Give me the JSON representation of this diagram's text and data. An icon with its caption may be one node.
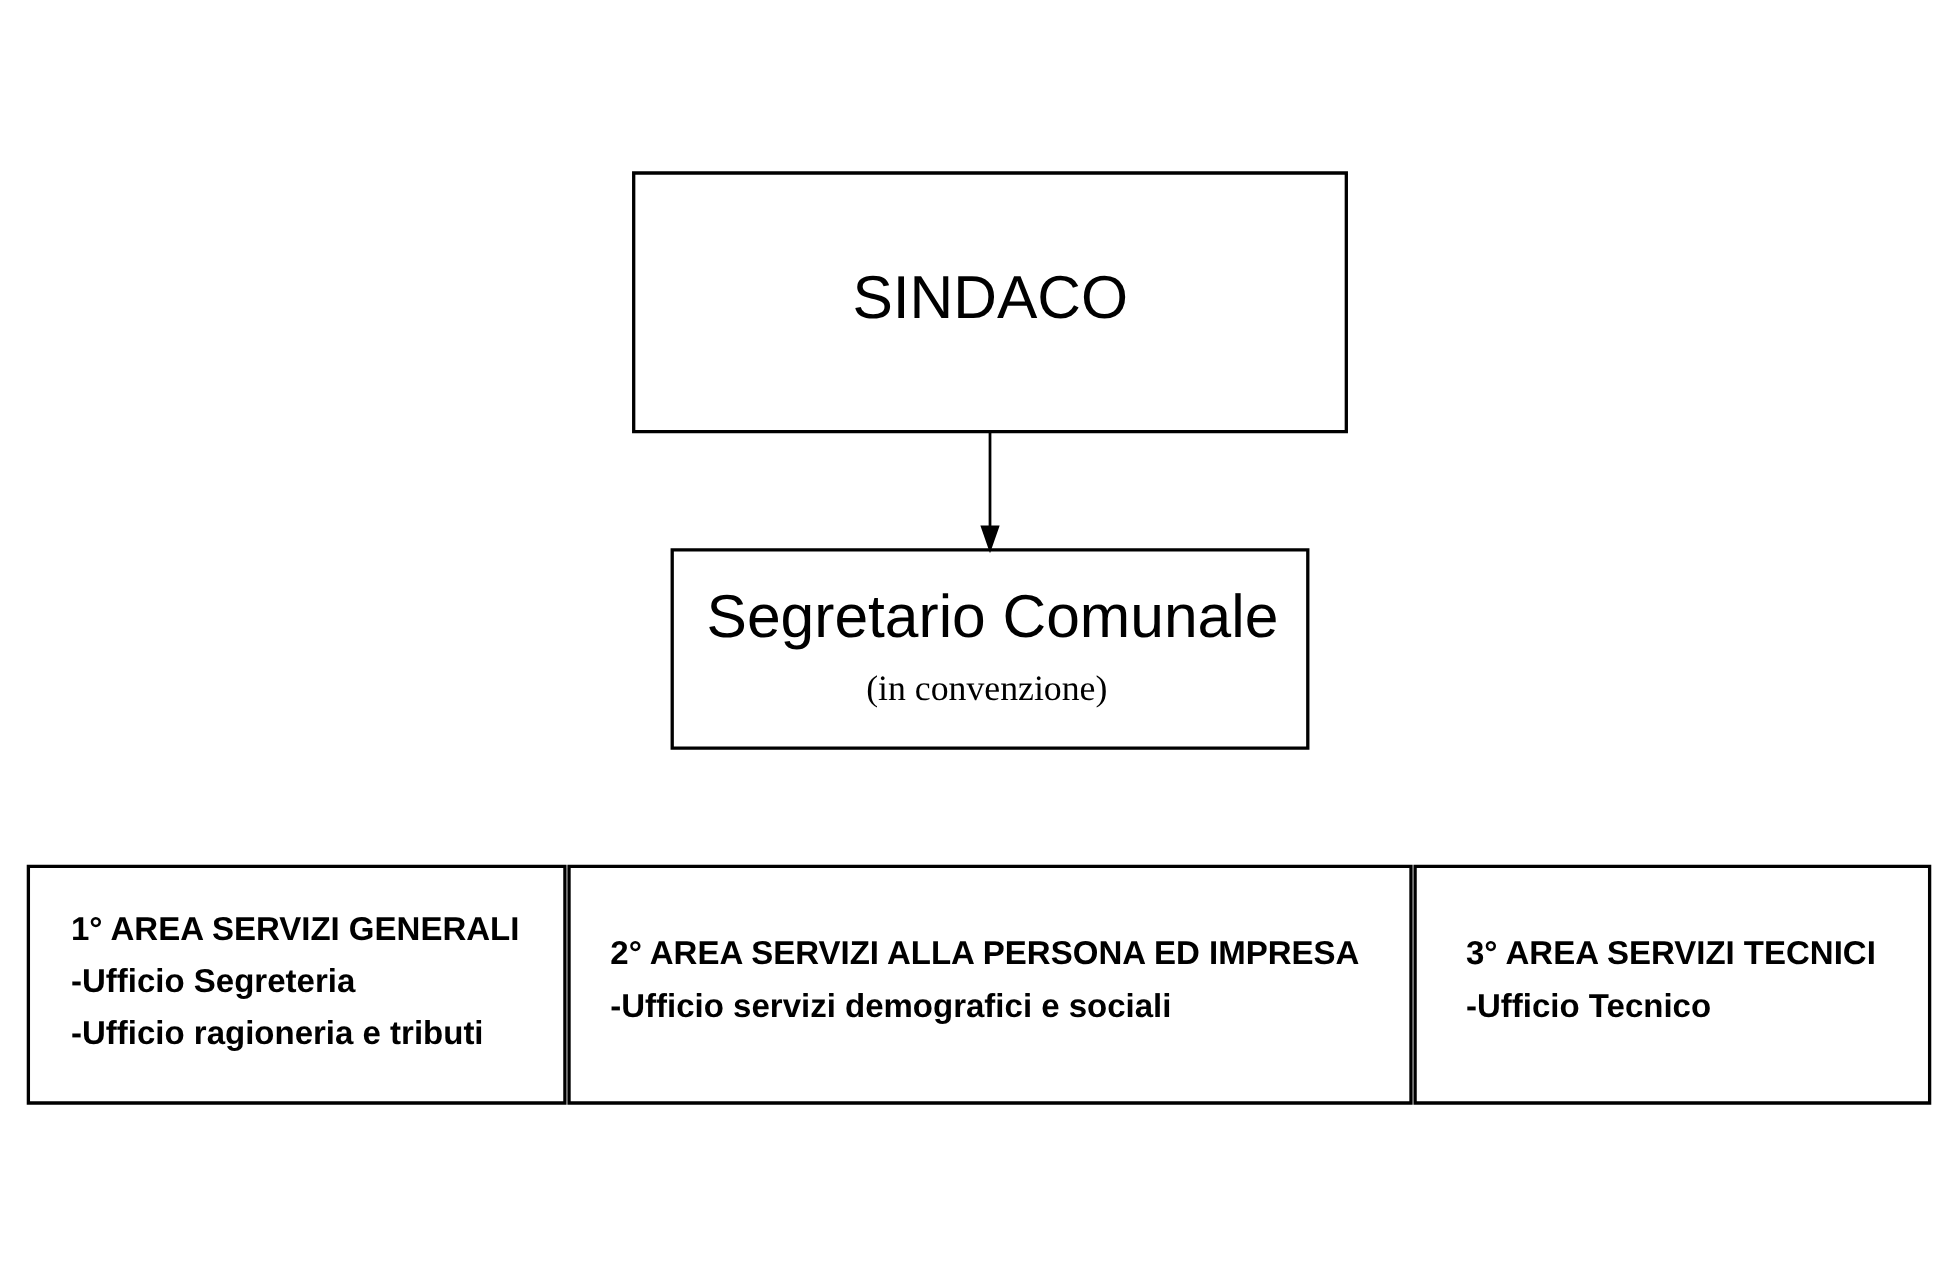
{
  "diagram": {
    "nodes": [
      {
        "text": [
          "SINDACO"
        ]
      },
      {
        "text": [
          "Segretario Comunale",
          "(in convenzione)"
        ]
      },
      {
        "text": [
          "1° AREA SERVIZI GENERALI",
          "-Ufficio Segreteria",
          "-Ufficio ragioneria e tributi"
        ]
      },
      {
        "text": [
          "2° AREA SERVIZI ALLA PERSONA ED IMPRESA",
          "-Ufficio servizi demografici e sociali"
        ]
      },
      {
        "text": [
          "3° AREA SERVIZI TECNICI",
          "-Ufficio Tecnico"
        ]
      }
    ],
    "edges": [
      {
        "from": 0,
        "to": 1,
        "arrow": "to"
      }
    ]
  }
}
